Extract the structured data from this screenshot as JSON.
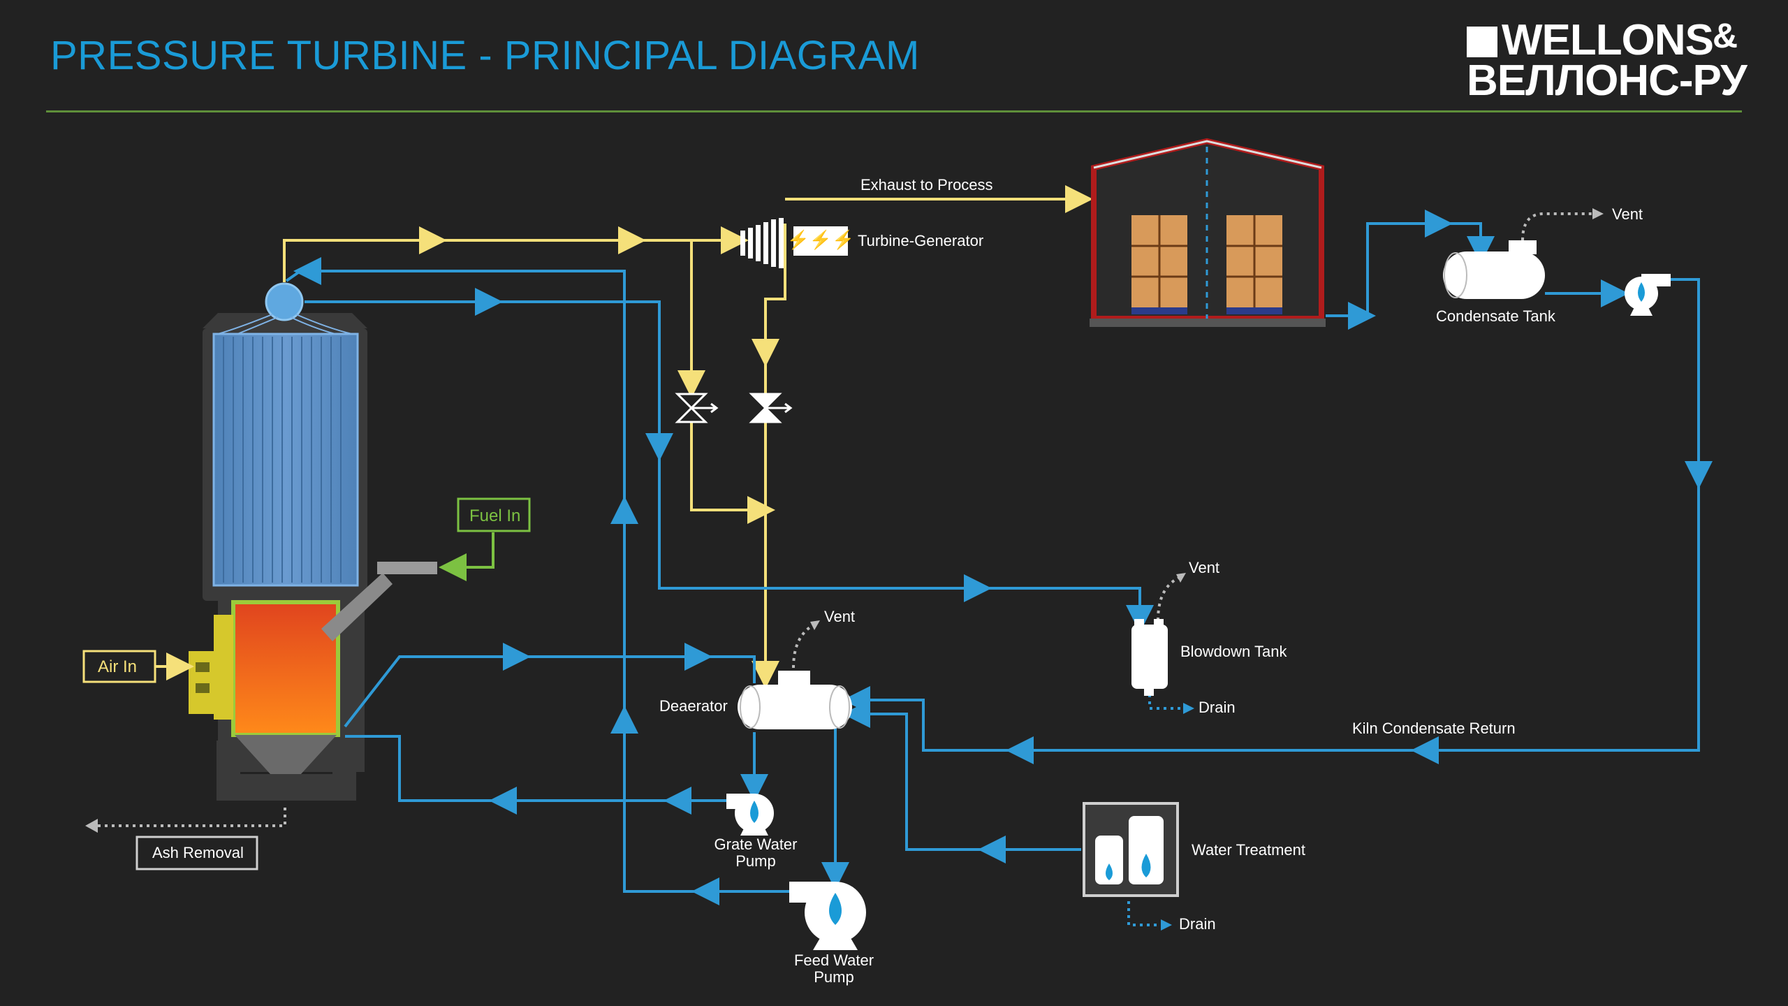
{
  "header": {
    "title": "PRESSURE TURBINE - PRINCIPAL DIAGRAM",
    "logo_line1": "WELLONS",
    "logo_amp": "&",
    "logo_line2": "ВЕЛЛОНС-РУ"
  },
  "labels": {
    "exhaust": "Exhaust to Process",
    "turbine": "Turbine-Generator",
    "condensate_tank": "Condensate Tank",
    "vent_top": "Vent",
    "vent_blowdown": "Vent",
    "vent_deaerator": "Vent",
    "blowdown_tank": "Blowdown Tank",
    "drain_blowdown": "Drain",
    "kiln_return": "Kiln Condensate Return",
    "deaerator": "Deaerator",
    "fuel_in": "Fuel In",
    "air_in": "Air In",
    "ash_removal": "Ash Removal",
    "grate_pump_1": "Grate Water",
    "grate_pump_2": "Pump",
    "feed_pump_1": "Feed Water",
    "feed_pump_2": "Pump",
    "water_treatment": "Water Treatment",
    "drain_water": "Drain"
  },
  "colors": {
    "background": "#222222",
    "title": "#1a9bd7",
    "steam": "#f5e07a",
    "water": "#2f9ad6",
    "fuel": "#7cc142",
    "rule": "#5f8f3a"
  }
}
